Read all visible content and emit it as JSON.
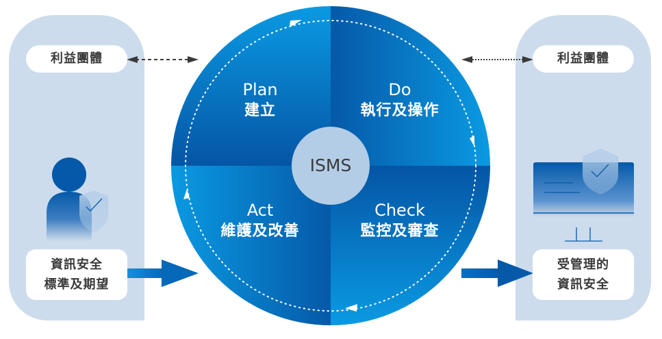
{
  "left": {
    "stakeholder_label": "利益團體",
    "icon": "person-shield-icon",
    "requirements_lines": [
      "資訊安全",
      "標準及期望"
    ]
  },
  "right": {
    "stakeholder_label": "利益團體",
    "icon": "monitor-shield-icon",
    "outcome_lines": [
      "受管理的",
      "資訊安全"
    ]
  },
  "cycle": {
    "center": "ISMS",
    "quadrants": [
      {
        "id": "plan",
        "en": "Plan",
        "zh": "建立"
      },
      {
        "id": "do",
        "en": "Do",
        "zh": "執行及操作"
      },
      {
        "id": "check",
        "en": "Check",
        "zh": "監控及審查"
      },
      {
        "id": "act",
        "en": "Act",
        "zh": "維護及改善"
      }
    ]
  },
  "colors": {
    "panel": "#cddcec",
    "blue_dark": "#0559a8",
    "blue_light": "#0a9ae2",
    "center": "#b3cde6",
    "text": "#3a3a3a",
    "arrow_dark": "#3a3a3a"
  }
}
